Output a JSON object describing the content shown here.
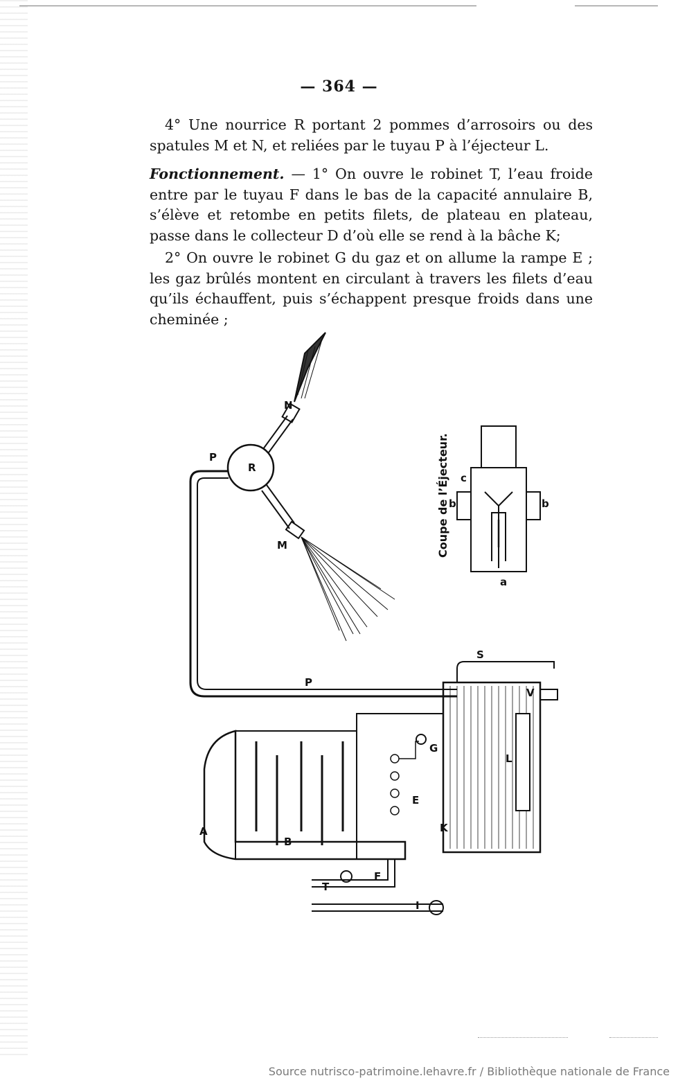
{
  "page": {
    "page_number": "— 364 —",
    "paragraph_1": "4° Une nourrice R portant 2 pommes d’arrosoirs ou des spatules M et N, et reliées par le tuyau P à l’éjecteur L.",
    "paragraph_2_lead": "Fonctionnement.",
    "paragraph_2_rest": " — 1° On ouvre le robinet T, l’eau froide entre par le tuyau F dans le bas de la capacité annulaire B, s’élève et retombe en petits filets, de plateau en plateau, passe dans le collecteur D d’où elle se rend à la bâche K;",
    "paragraph_3": "2° On ouvre le robinet G du gaz et on allume la rampe E ; les gaz brûlés montent en circulant à travers les filets d’eau qu’ils échauffent, puis s’échappent presque froids dans une cheminée ;"
  },
  "figure": {
    "caption": "Coupe de l’Éjecteur.",
    "labels": {
      "P_top": "P",
      "R": "R",
      "N": "N",
      "M": "M",
      "P_bottom": "P",
      "S": "S",
      "V": "V",
      "G": "G",
      "E": "E",
      "K": "K",
      "A": "A",
      "B": "B",
      "T": "T",
      "F": "F",
      "I": "I",
      "L": "L",
      "a": "a",
      "b_left": "b",
      "b_right": "b",
      "c": "c"
    }
  },
  "footer": {
    "source": "Source nutrisco-patrimoine.lehavre.fr / Bibliothèque nationale de France"
  }
}
